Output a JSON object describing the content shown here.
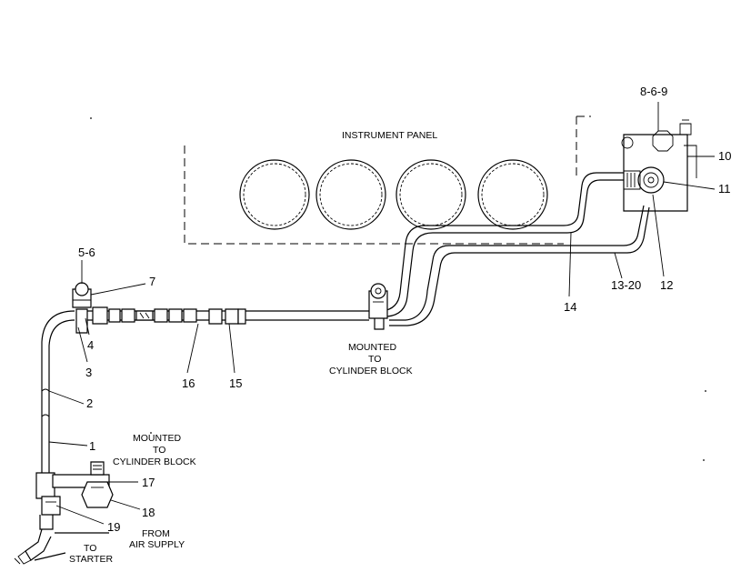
{
  "panel_title": "INSTRUMENT PANEL",
  "notes": {
    "mounted_upper": [
      "MOUNTED",
      "TO",
      "CYLINDER BLOCK"
    ],
    "mounted_lower": [
      "MOUNTED",
      "TO",
      "CYLINDER BLOCK"
    ],
    "from_air": [
      "FROM",
      "AIR SUPPLY"
    ],
    "to_starter": [
      "TO",
      "STARTER"
    ]
  },
  "callouts": {
    "c1": "1",
    "c2": "2",
    "c3": "3",
    "c4": "4",
    "c5_6": "5-6",
    "c7": "7",
    "c8_6_9": "8-6-9",
    "c10": "10",
    "c11": "11",
    "c12": "12",
    "c13_20": "13-20",
    "c14": "14",
    "c15": "15",
    "c16": "16",
    "c17": "17",
    "c18": "18",
    "c19": "19"
  },
  "colors": {
    "ink": "#000000",
    "paper": "#ffffff"
  }
}
